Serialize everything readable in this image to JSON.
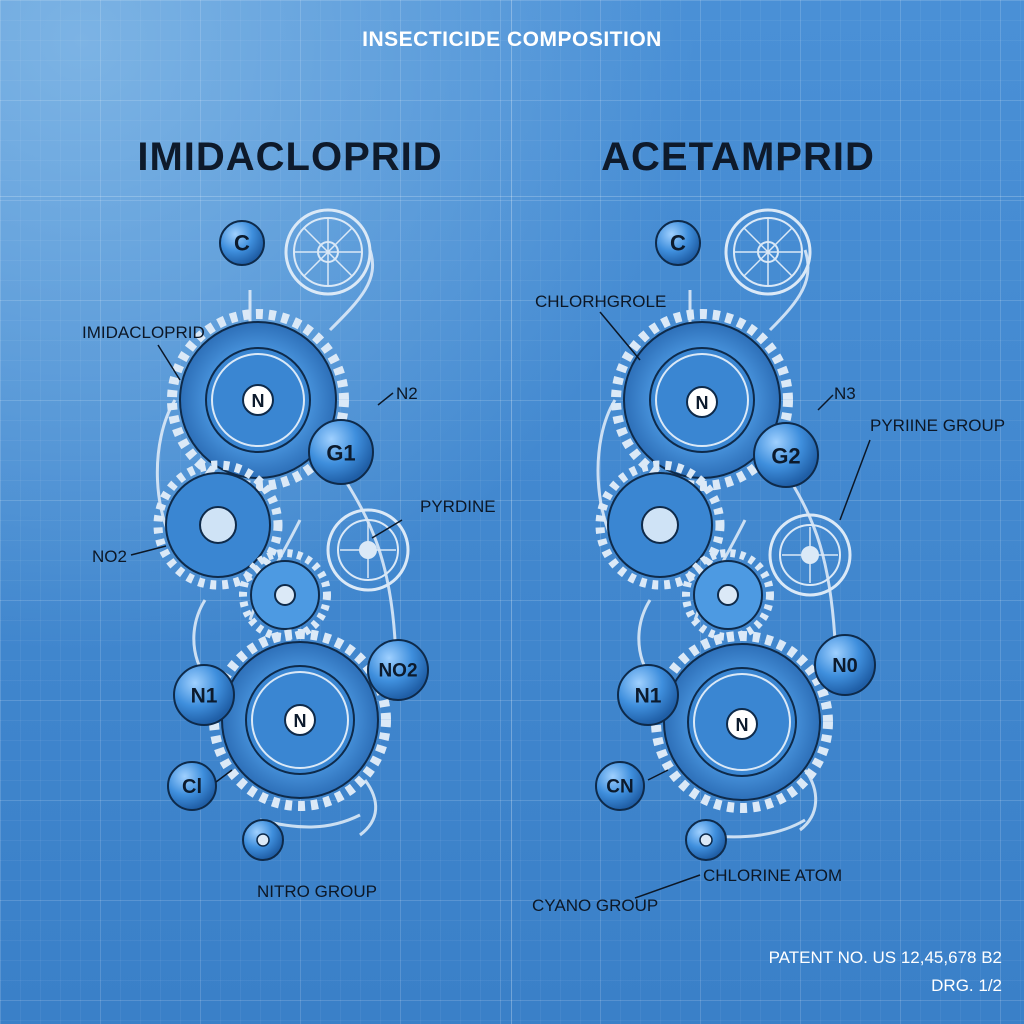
{
  "header": {
    "title": "INSECTICIDE COMPOSITION"
  },
  "left": {
    "title": "IMIDACLOPRID",
    "nodes": {
      "c": "C",
      "n_top": "N",
      "g": "G1",
      "n1": "N1",
      "no2_node": "NO2",
      "n_bottom": "N",
      "cl": "Cl"
    },
    "labels": {
      "imidacloprid": "IMIDACLOPRID",
      "n2": "N2",
      "pyrdine": "PYRDINE",
      "no2": "NO2",
      "nitro_group": "NITRO GROUP"
    }
  },
  "right": {
    "title": "ACETAMPRID",
    "nodes": {
      "c": "C",
      "n_top": "N",
      "g": "G2",
      "n1": "N1",
      "no_node": "N0",
      "n_bottom": "N",
      "cn": "CN"
    },
    "labels": {
      "chlorhgrole": "CHLORHGROLE",
      "n3": "N3",
      "pyriine_group": "PYRIINE GROUP",
      "chlorine_atom": "CHLORINE ATOM",
      "cyano_group": "CYANO GROUP"
    }
  },
  "footer": {
    "patent": "PATENT NO. US 12,45,678 B2",
    "drawing": "DRG. 1/2"
  },
  "colors": {
    "background": "#3d86cd",
    "node_fill": "#3f8fdd",
    "line": "#dbe9f7",
    "ink": "#0c1726"
  }
}
